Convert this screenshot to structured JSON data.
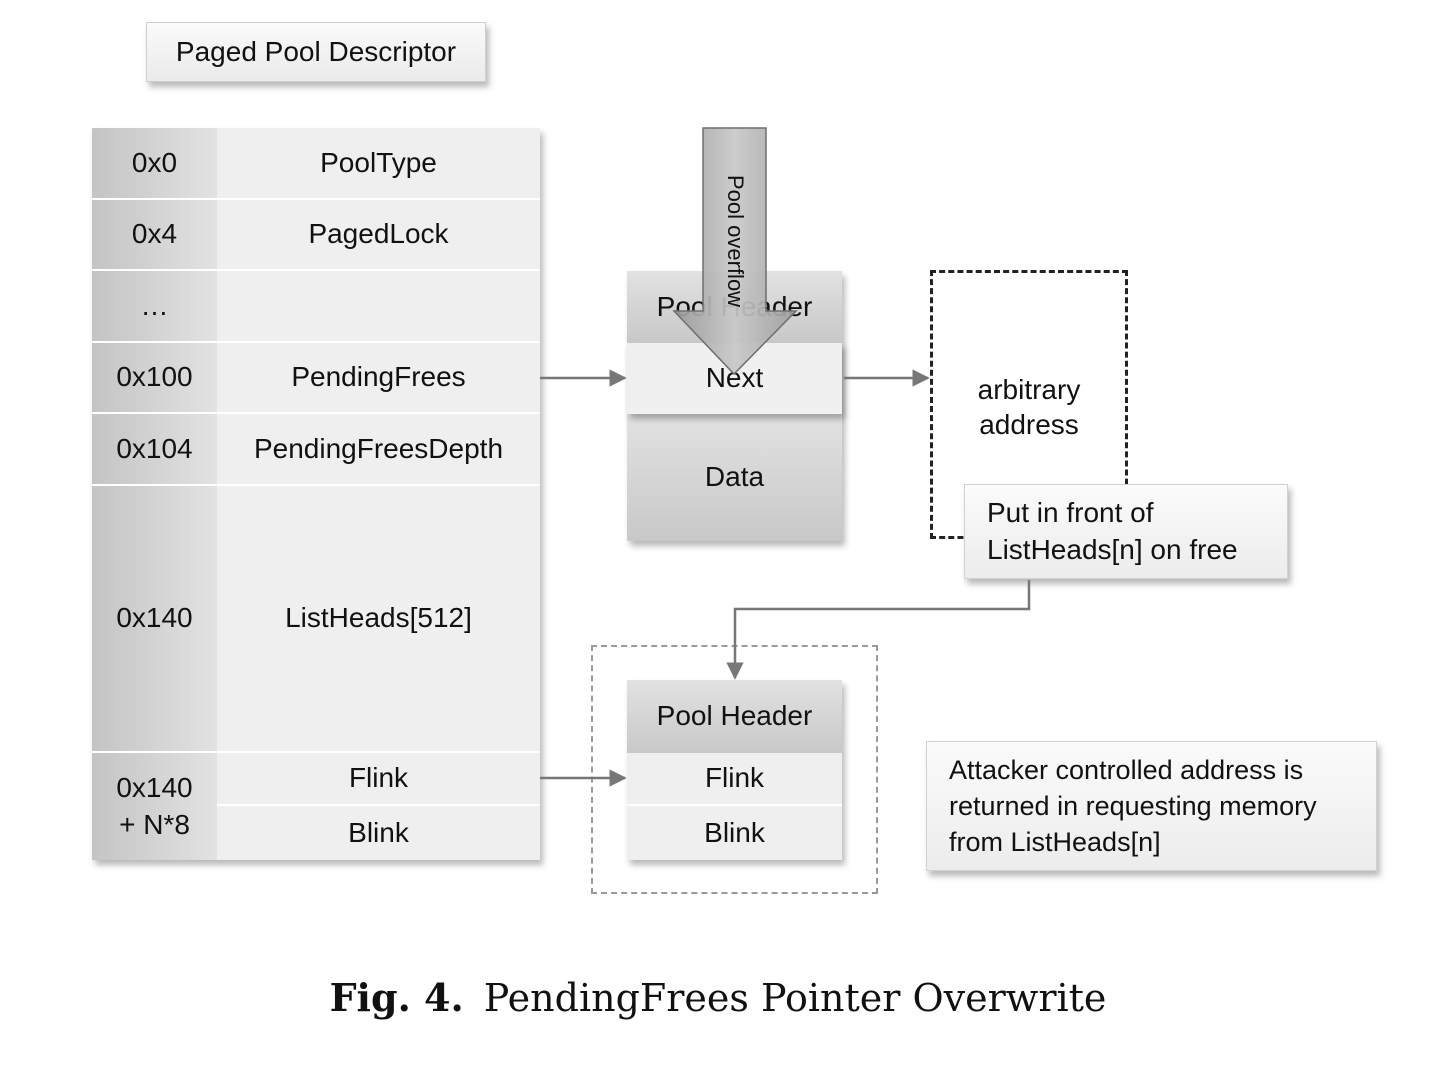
{
  "descriptor_title": "Paged Pool Descriptor",
  "descriptor_rows": [
    {
      "offset": "0x0",
      "field": "PoolType"
    },
    {
      "offset": "0x4",
      "field": "PagedLock"
    },
    {
      "offset": "…",
      "field": ""
    },
    {
      "offset": "0x100",
      "field": "PendingFrees"
    },
    {
      "offset": "0x104",
      "field": "PendingFreesDepth"
    },
    {
      "offset": "0x140",
      "field": "ListHeads[512]"
    }
  ],
  "list_entry": {
    "offset_line1": "0x140",
    "offset_line2": "+ N*8",
    "flink": "Flink",
    "blink": "Blink"
  },
  "overflowed_chunk": {
    "header": "Pool Header",
    "next": "Next",
    "data": "Data"
  },
  "overflow_arrow_label": "Pool overflow",
  "arbitrary_address": {
    "line1": "arbitrary",
    "line2": "address"
  },
  "put_in_front_note": {
    "line1": "Put in front of",
    "line2": "ListHeads[n] on free"
  },
  "result_chunk": {
    "header": "Pool Header",
    "flink": "Flink",
    "blink": "Blink"
  },
  "attacker_note": {
    "line1": "Attacker controlled address is",
    "line2": "returned in requesting memory",
    "line3": "from ListHeads[n]"
  },
  "caption": {
    "label": "Fig. 4.",
    "text": "PendingFrees Pointer Overwrite"
  }
}
